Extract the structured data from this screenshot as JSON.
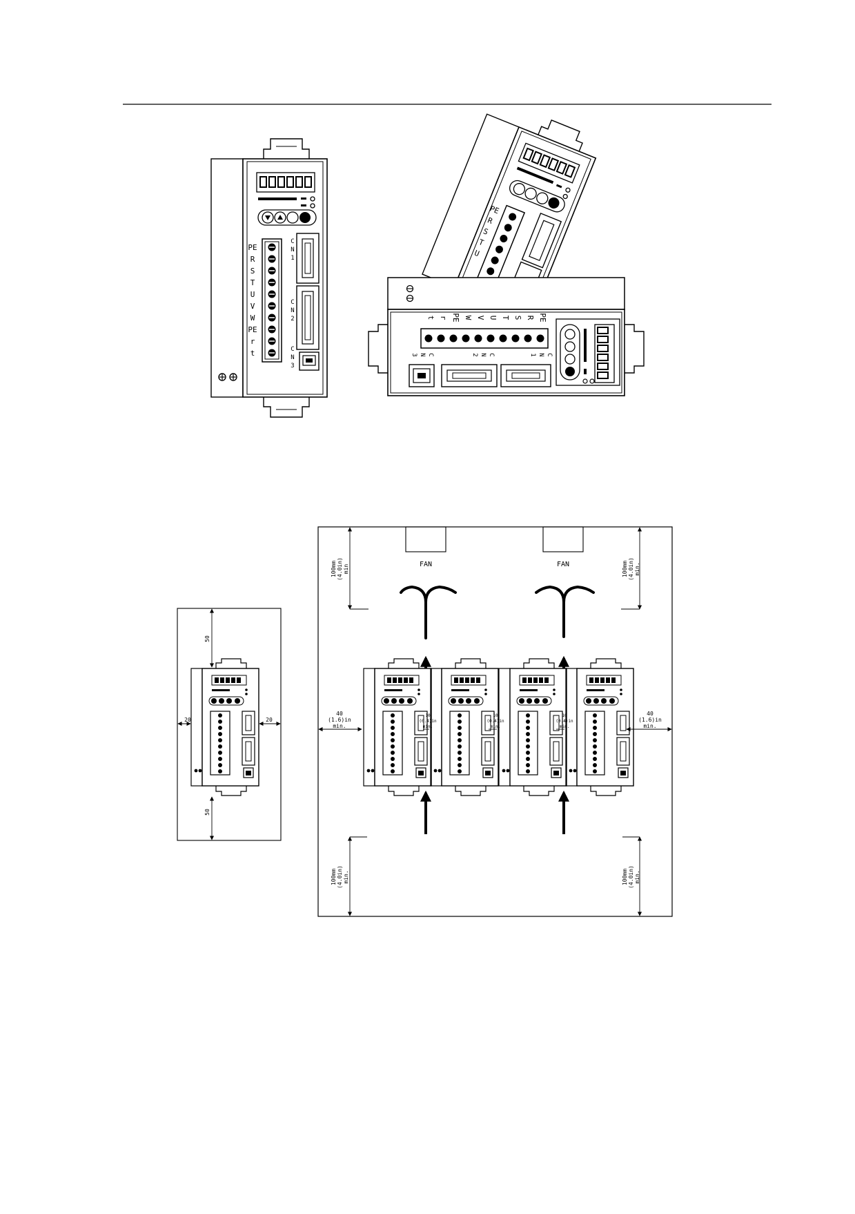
{
  "terminal_labels": {
    "front_view": [
      "PE",
      "R",
      "S",
      "T",
      "U",
      "V",
      "W",
      "PE",
      "r",
      "t"
    ],
    "top_view": [
      "PE",
      "R",
      "S",
      "T",
      "U",
      "V",
      "W",
      "PE",
      "r",
      "t"
    ],
    "angled_view": [
      "PE",
      "R",
      "S",
      "T",
      "U"
    ]
  },
  "connector_labels": {
    "cn1": [
      "C",
      "N",
      "1"
    ],
    "cn2": [
      "C",
      "N",
      "2"
    ],
    "cn3": [
      "C",
      "N",
      "3"
    ]
  },
  "single_clearance": {
    "top": "50",
    "bottom": "50",
    "left": "20",
    "right": "20"
  },
  "cabinet_clearance": {
    "fan_label": "FAN",
    "top_left_lines": [
      "100mm",
      "(4.0in)",
      "min"
    ],
    "top_right_lines": [
      "100mm",
      "(4.0in)",
      "min."
    ],
    "bottom_left_lines": [
      "100mm",
      "(4.0in)",
      "min."
    ],
    "bottom_right_lines": [
      "100mm",
      "(4.0in)",
      "min."
    ],
    "side_left_lines": [
      "40",
      "(1.6)in",
      "min."
    ],
    "side_right_lines": [
      "40",
      "(1.6)in",
      "min."
    ],
    "gap_lines": [
      "10",
      "(0.4)in",
      "min."
    ]
  }
}
